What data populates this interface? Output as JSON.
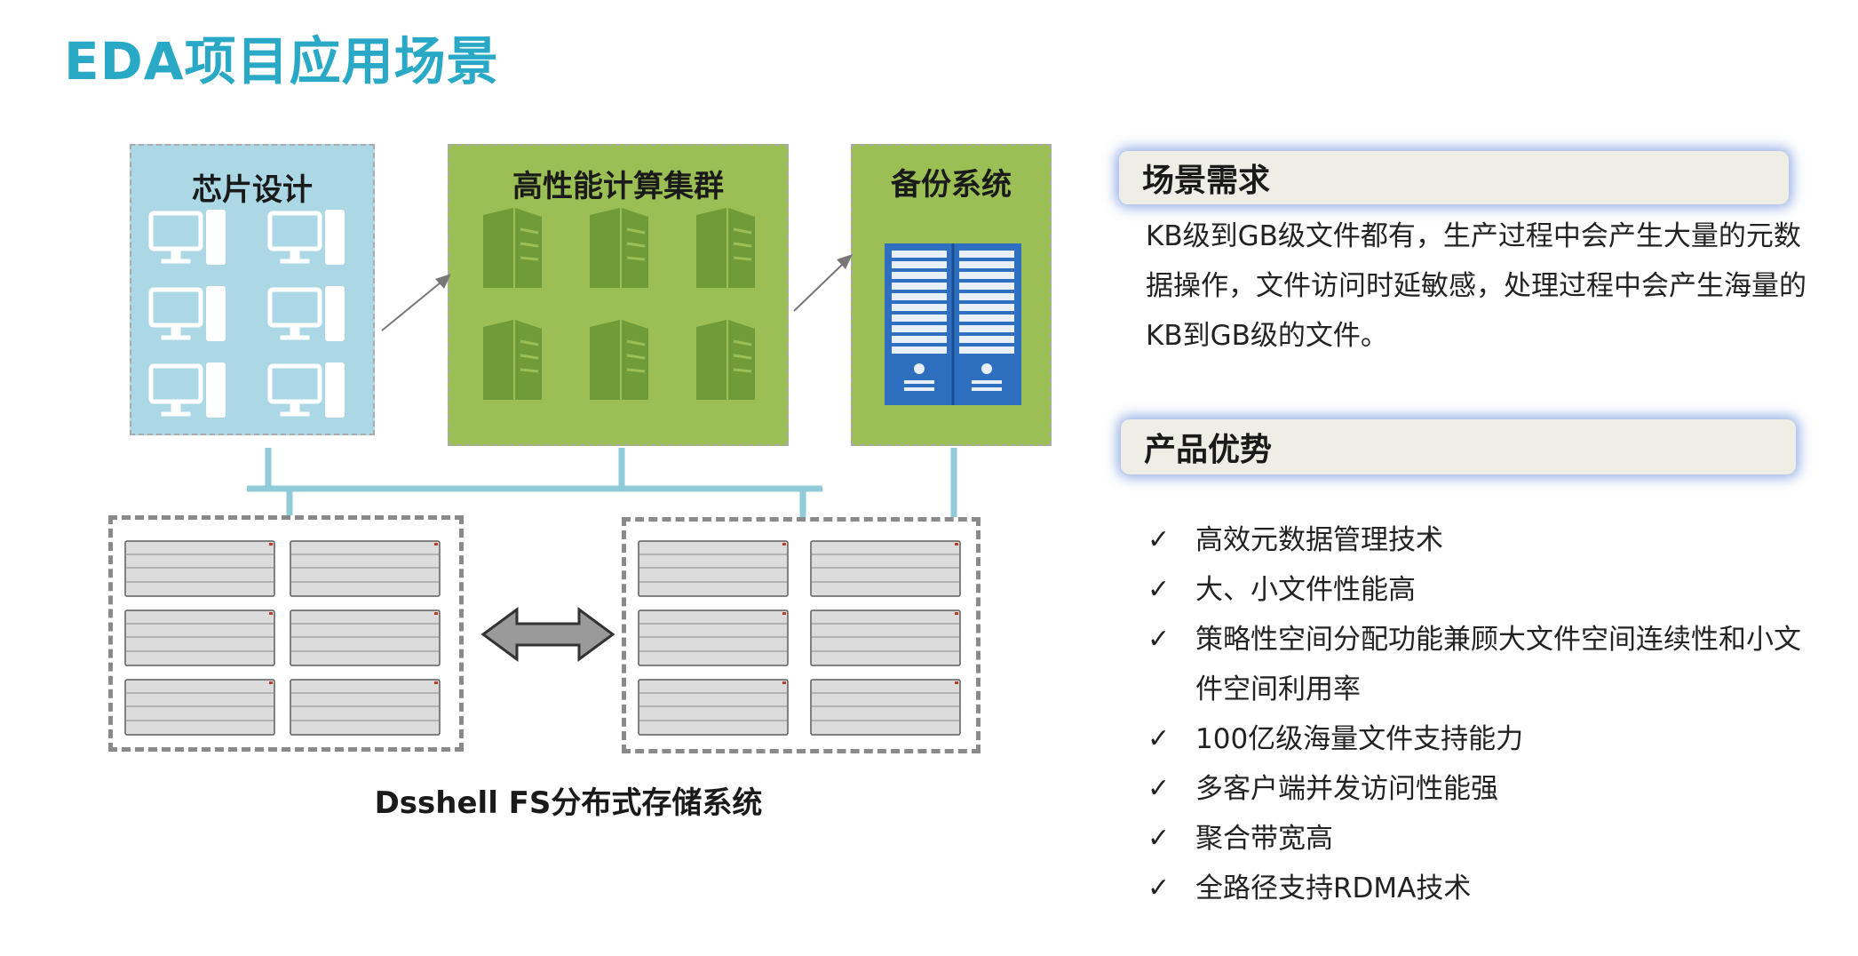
{
  "title": "EDA项目应用场景",
  "diagram": {
    "chip_design": {
      "label": "芯片设计"
    },
    "hpc_cluster": {
      "label": "高性能计算集群"
    },
    "backup_system": {
      "label": "备份系统"
    },
    "storage_caption": "Dsshell FS分布式存储系统"
  },
  "scenario_needs": {
    "heading": "场景需求",
    "lines": [
      "KB级到GB级文件都有，生产过程中会产生大量的元数",
      "据操作，文件访问时延敏感，处理过程中会产生海量的",
      "KB到GB级的文件。"
    ]
  },
  "product_advantages": {
    "heading": "产品优势",
    "check_icon": "✓",
    "items": [
      "高效元数据管理技术",
      "大、小文件性能高",
      "策略性空间分配功能兼顾大文件空间连续性和小文",
      "件空间利用率",
      "100亿级海量文件支持能力",
      "多客户端并发访问性能强",
      "聚合带宽高",
      "全路径支持RDMA技术"
    ]
  },
  "colors": {
    "title": "#2aa9c7",
    "chip_panel": "#acd8e6",
    "cluster_panel": "#9bbf55",
    "building": "#6f9b39",
    "connector": "#8fcbd8",
    "backup_blue": "#2e6fc0",
    "header_glow": "#3c6ed2"
  }
}
